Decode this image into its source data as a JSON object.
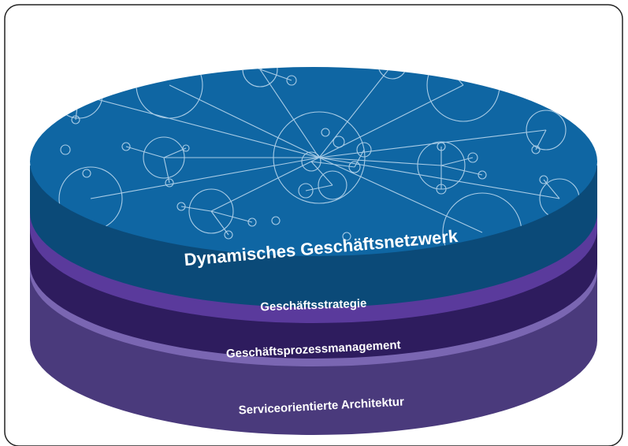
{
  "diagram": {
    "layers": [
      {
        "id": "network",
        "label": "Dynamisches Geschäftsnetzwerk",
        "color": "#0f66a3"
      },
      {
        "id": "strategy",
        "label": "Geschäftsstrategie",
        "color": "#0b4a78"
      },
      {
        "id": "process",
        "label": "Geschäftsprozessmanagement",
        "color": "#2e1c5e"
      },
      {
        "id": "architecture",
        "label": "Serviceorientierte Architektur",
        "color": "#4a3a7c"
      }
    ],
    "colors": {
      "network_top": "#0f66a3",
      "network_outline": "#9ec6e2",
      "purple_band": "#5a3a9c",
      "lavender_band": "#7a66b2",
      "frame": "#222222"
    }
  }
}
